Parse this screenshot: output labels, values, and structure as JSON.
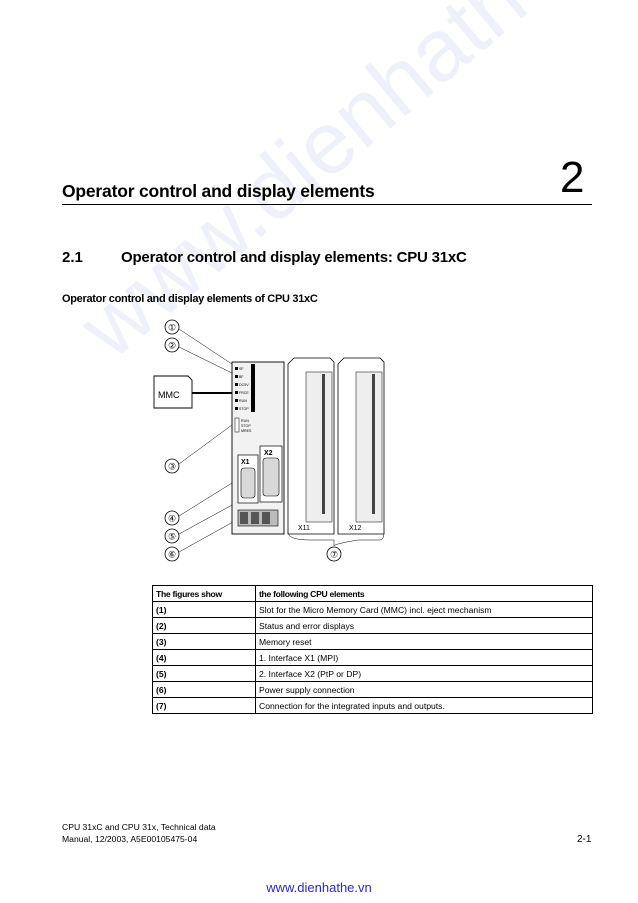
{
  "chapter": {
    "title": "Operator control and display elements",
    "number": "2"
  },
  "section": {
    "number": "2.1",
    "title": "Operator control and display elements: CPU 31xC"
  },
  "figure_caption": "Operator control and display elements of CPU 31xC",
  "figure": {
    "callouts": [
      "①",
      "②",
      "③",
      "④",
      "⑤",
      "⑥",
      "⑦"
    ],
    "mmc_label": "MMC",
    "port_x1": "X1",
    "port_x2": "X2",
    "connector_x11": "X11",
    "connector_x12": "X12",
    "led_labels": [
      "SF",
      "BF",
      "DC5V",
      "FRCE",
      "RUN",
      "STOP"
    ],
    "switch_labels": [
      "RUN",
      "STOP",
      "MRES"
    ]
  },
  "table": {
    "headers": [
      "The figures show",
      "the following CPU elements"
    ],
    "rows": [
      [
        "(1)",
        "Slot for the Micro Memory Card (MMC) incl. eject mechanism"
      ],
      [
        "(2)",
        "Status and error displays"
      ],
      [
        "(3)",
        "Memory reset"
      ],
      [
        "(4)",
        "1. Interface X1 (MPI)"
      ],
      [
        "(5)",
        "2. Interface X2 (PtP or DP)"
      ],
      [
        "(6)",
        "Power supply connection"
      ],
      [
        "(7)",
        "Connection for the integrated inputs and outputs."
      ]
    ]
  },
  "footer": {
    "line1": "CPU 31xC and CPU 31x, Technical data",
    "line2": "Manual, 12/2003, A5E00105475-04",
    "page": "2-1"
  },
  "watermark": {
    "url": "www.dienhathe.vn",
    "diagonal": "www.dienhathe.vn"
  }
}
